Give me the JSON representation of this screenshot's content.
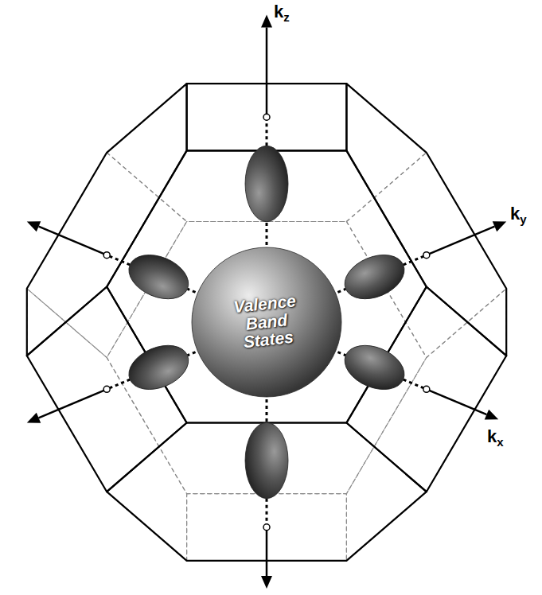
{
  "diagram": {
    "nodes": [
      {
        "text": [
          "Valence Band States"
        ]
      }
    ],
    "labels": [
      "kz",
      "ky",
      "kx"
    ]
  }
}
